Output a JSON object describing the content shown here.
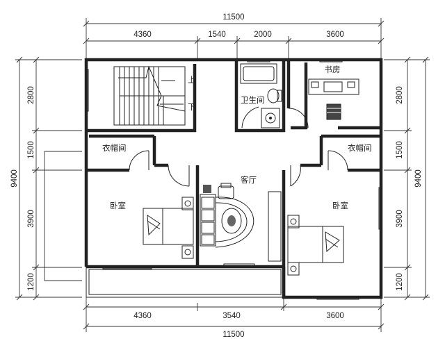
{
  "dimensions": {
    "top_total": "11500",
    "top_segments": [
      "4360",
      "1540",
      "2000",
      "3600"
    ],
    "bottom_segments": [
      "4360",
      "3540",
      "3600"
    ],
    "bottom_total": "11500",
    "left_total": "9400",
    "left_segments": [
      "2800",
      "1500",
      "3900",
      "1200"
    ],
    "right_total": "9400",
    "right_segments": [
      "2800",
      "1500",
      "3900",
      "1200"
    ]
  },
  "rooms": {
    "stair_up": "上",
    "stair_down": "下",
    "bathroom": "卫生间",
    "study": "书房",
    "cloakroom_left": "衣帽间",
    "cloakroom_right": "衣帽间",
    "living_room": "客厅",
    "bedroom_left": "卧室",
    "bedroom_right": "卧室"
  }
}
